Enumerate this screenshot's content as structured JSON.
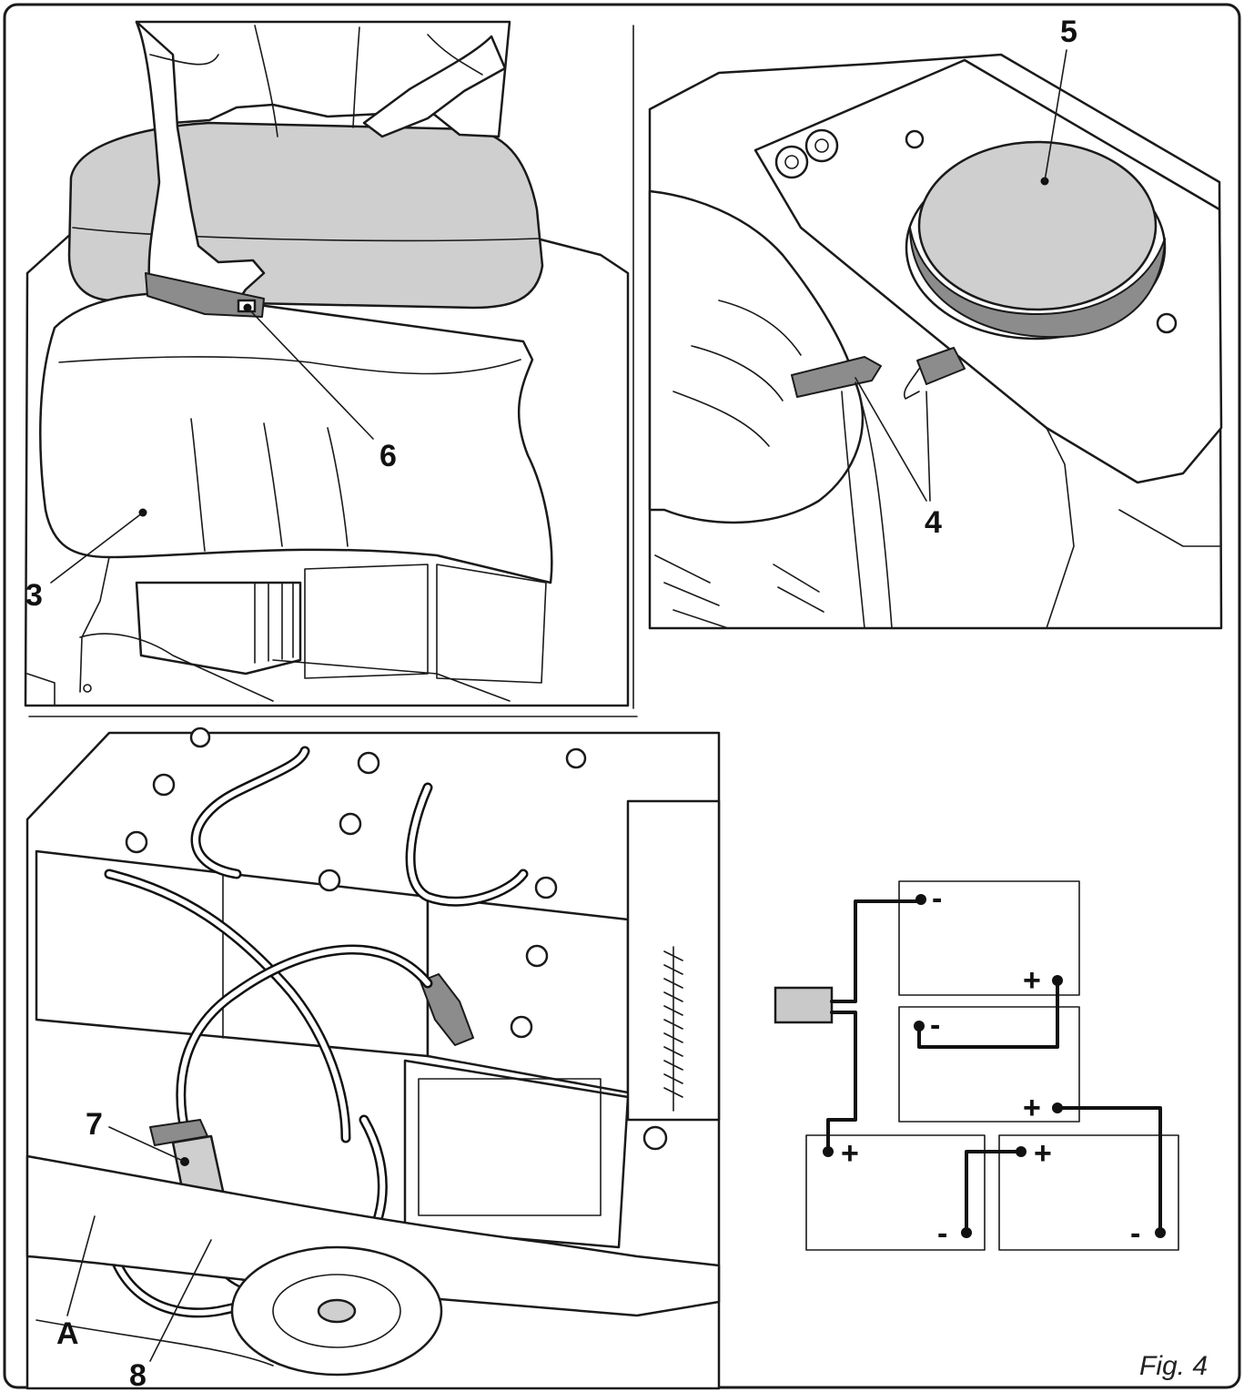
{
  "figure": {
    "caption": "Fig. 4",
    "callouts": {
      "cover": "3",
      "connector_detach": "4",
      "cap": "5",
      "handle": "6",
      "plug_7": "7",
      "plug_8": "8",
      "plug_a": "A"
    },
    "schematic": {
      "plus": "+",
      "minus": "-"
    }
  }
}
